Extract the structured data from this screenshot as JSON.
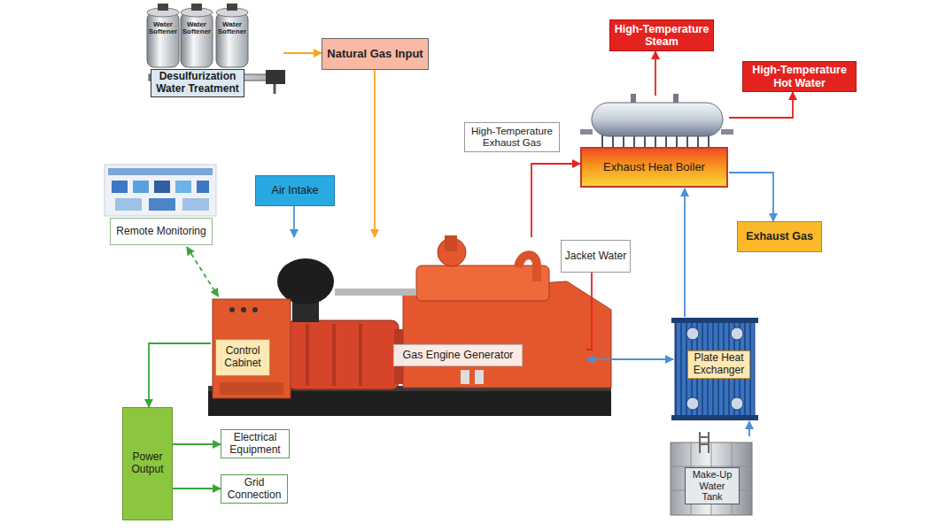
{
  "diagram": {
    "nodes": [
      {
        "text": [
          "Desulfurization Water Treatment"
        ]
      },
      {
        "text": [
          "Natural Gas Input"
        ]
      },
      {
        "text": [
          "High-Temperature Steam"
        ]
      },
      {
        "text": [
          "High-Temperature Hot Water"
        ]
      },
      {
        "text": [
          "High-Temperature Exhaust Gas"
        ]
      },
      {
        "text": [
          "Exhaust Heat Boiler"
        ]
      },
      {
        "text": [
          "Exhaust Gas"
        ]
      },
      {
        "text": [
          "Remote Monitoring"
        ]
      },
      {
        "text": [
          "Air Intake"
        ]
      },
      {
        "text": [
          "Jacket Water"
        ]
      },
      {
        "text": [
          "Control Cabinet"
        ]
      },
      {
        "text": [
          "Gas Engine Generator"
        ]
      },
      {
        "text": [
          "Plate Heat Exchanger"
        ]
      },
      {
        "text": [
          "Power Output"
        ]
      },
      {
        "text": [
          "Electrical Equipment"
        ]
      },
      {
        "text": [
          "Grid Connection"
        ]
      },
      {
        "text": [
          "Make-Up Water Tank"
        ]
      }
    ],
    "edges": [
      {
        "from": 0,
        "to": 1,
        "arrow": "to"
      },
      {
        "from": 1,
        "to": 11,
        "arrow": "to"
      },
      {
        "from": 8,
        "to": 11,
        "arrow": "to"
      },
      {
        "from": 7,
        "to": 10,
        "arrow": "both"
      },
      {
        "from": 10,
        "to": 13,
        "arrow": "to"
      },
      {
        "from": 13,
        "to": 14,
        "arrow": "to"
      },
      {
        "from": 13,
        "to": 15,
        "arrow": "to"
      },
      {
        "from": 11,
        "to": 5,
        "arrow": "to"
      },
      {
        "from": 9,
        "to": 11,
        "arrow": "none"
      },
      {
        "from": 11,
        "to": 12,
        "arrow": "both"
      },
      {
        "from": 12,
        "to": 5,
        "arrow": "to"
      },
      {
        "from": 16,
        "to": 12,
        "arrow": "to"
      },
      {
        "from": 5,
        "to": 6,
        "arrow": "to"
      },
      {
        "from": 5,
        "to": 2,
        "arrow": "to"
      },
      {
        "from": 5,
        "to": 3,
        "arrow": "to"
      }
    ],
    "labels": [
      "Water Softener",
      "Water Softener",
      "Water Softener"
    ]
  }
}
